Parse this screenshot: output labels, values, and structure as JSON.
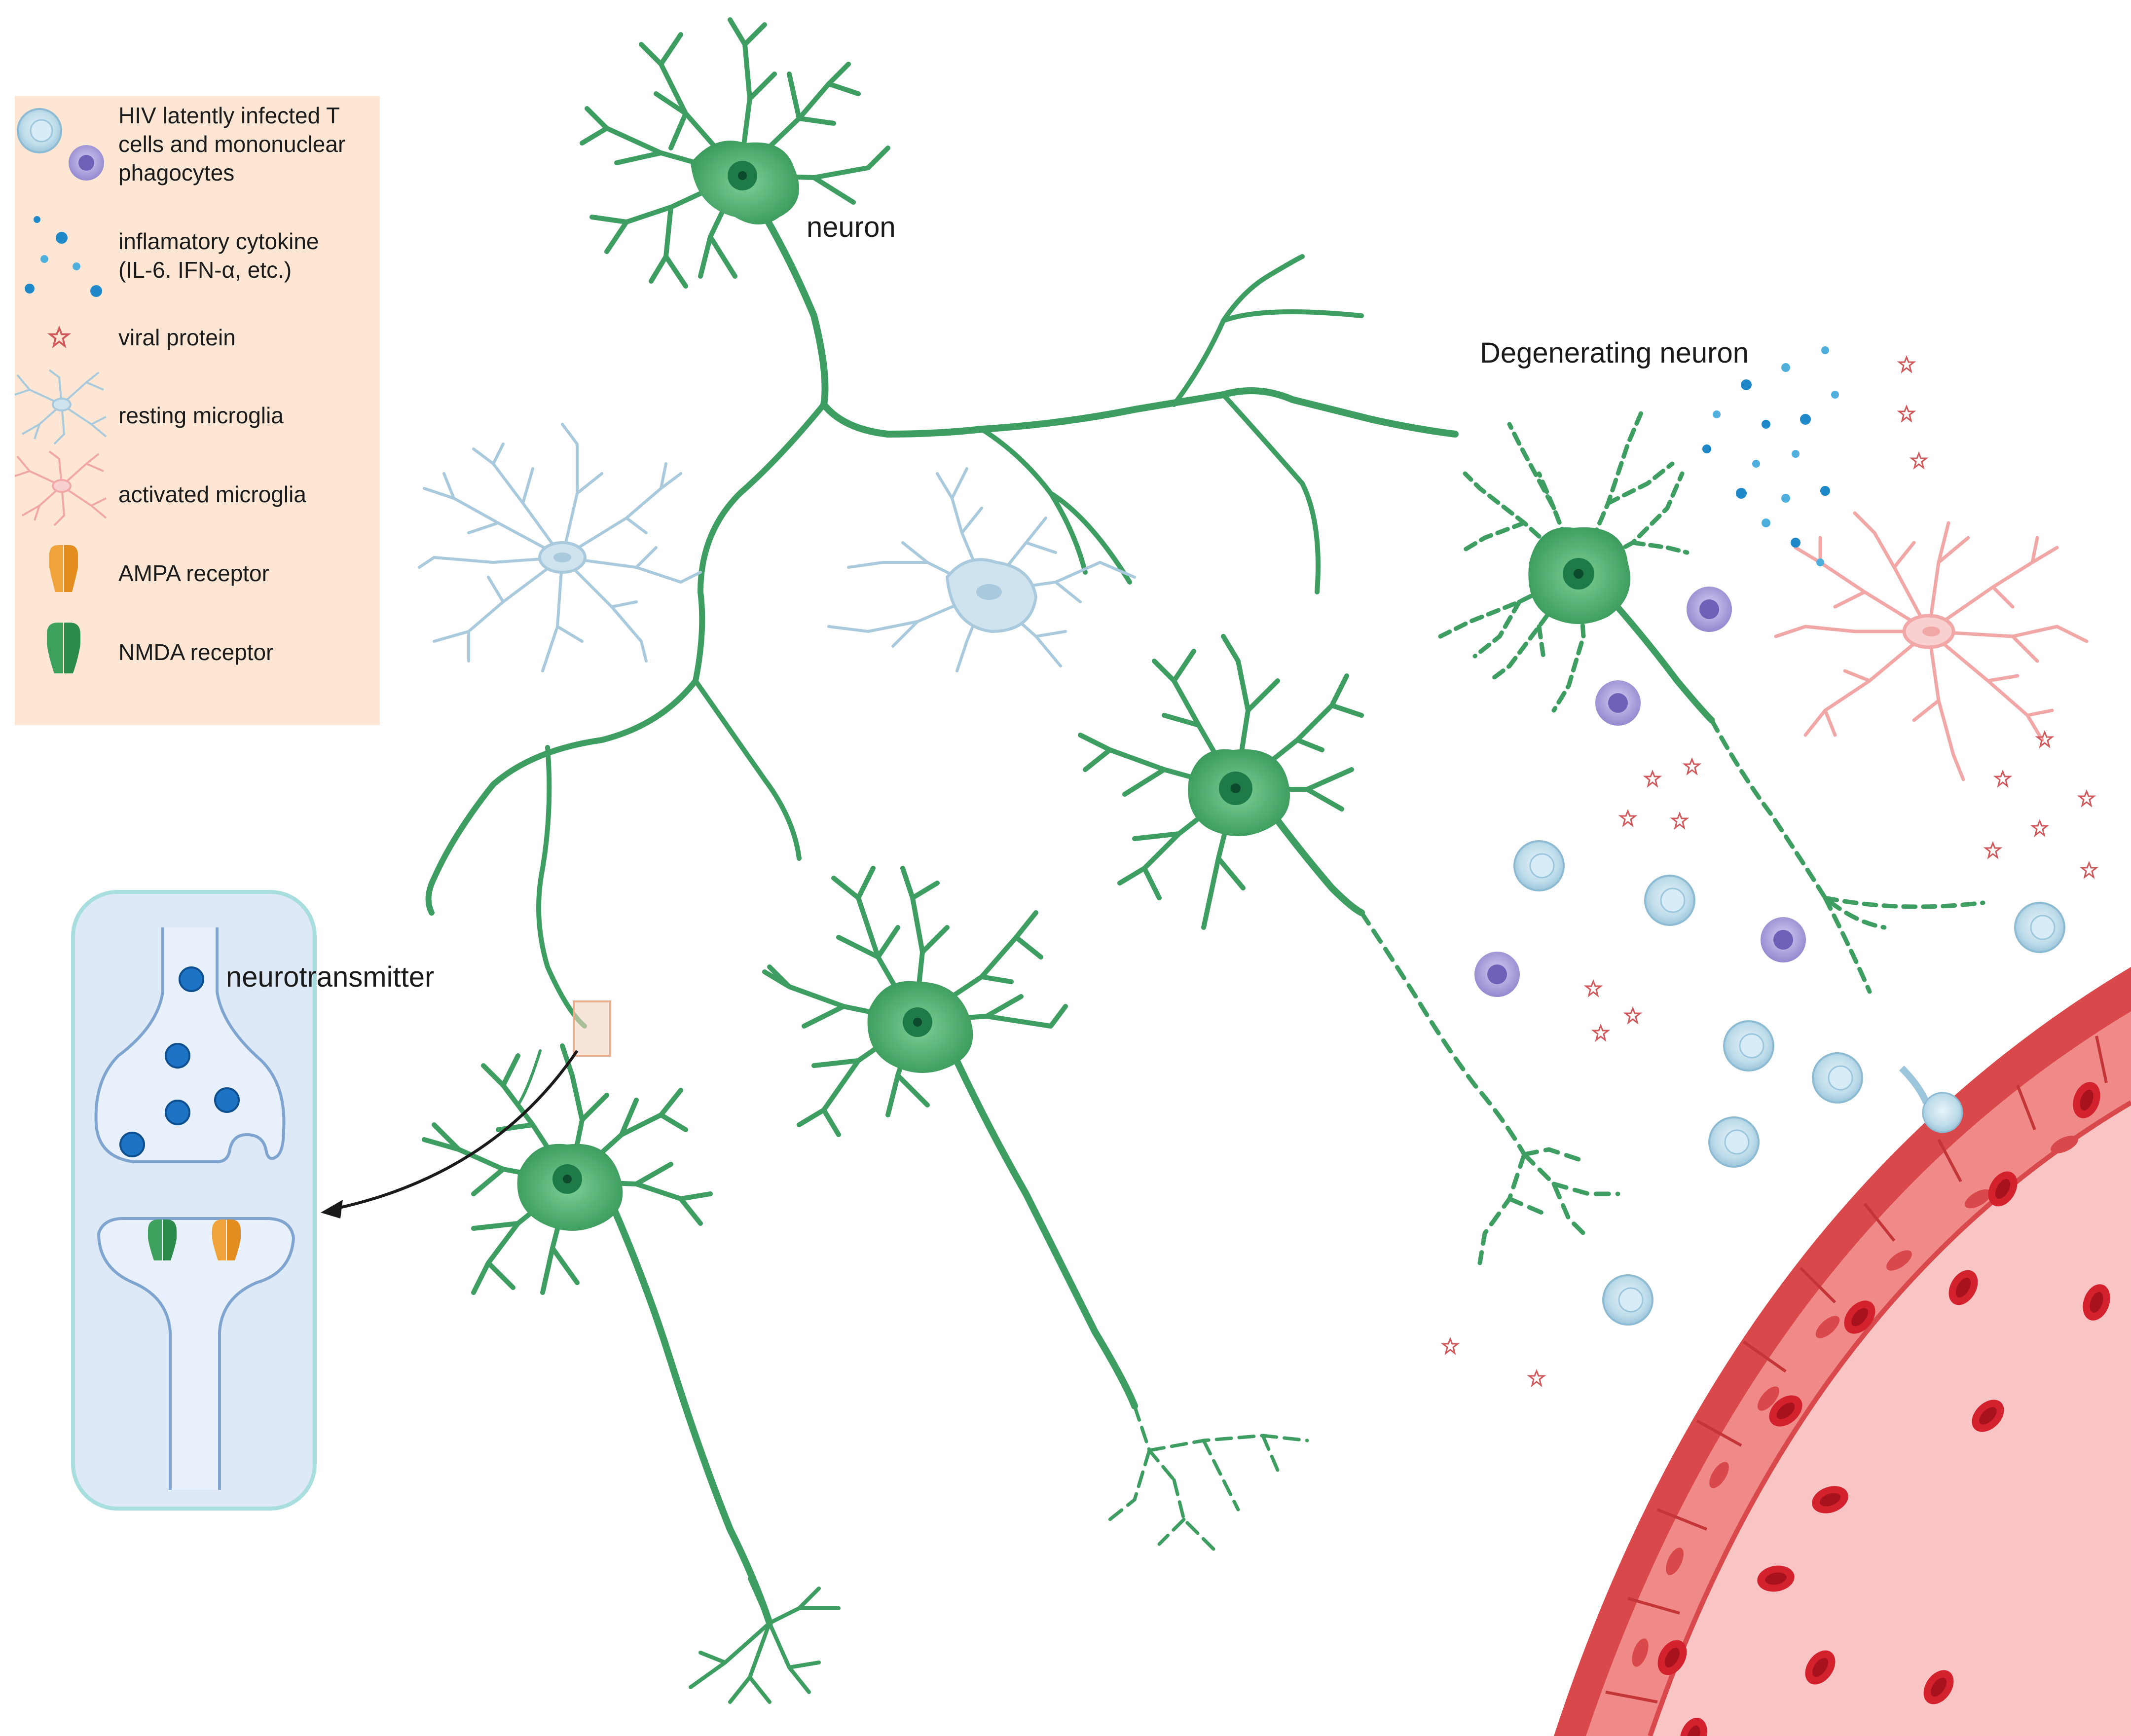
{
  "legend": {
    "items": [
      {
        "icon": "t-cell-and-phagocyte-icon",
        "lines": [
          "HIV latently infected T",
          "cells and mononuclear",
          "phagocytes"
        ]
      },
      {
        "icon": "cytokine-dots-icon",
        "lines": [
          "inflamatory cytokine",
          "(IL-6. IFN-α, etc.)"
        ]
      },
      {
        "icon": "viral-protein-icon",
        "lines": [
          "viral protein"
        ]
      },
      {
        "icon": "resting-microglia-icon",
        "lines": [
          "resting microglia"
        ]
      },
      {
        "icon": "activated-microglia-icon",
        "lines": [
          "activated microglia"
        ]
      },
      {
        "icon": "ampa-receptor-icon",
        "lines": [
          "AMPA receptor"
        ]
      },
      {
        "icon": "nmda-receptor-icon",
        "lines": [
          "NMDA receptor"
        ]
      }
    ]
  },
  "labels": {
    "neuron": "neuron",
    "degenerating_neuron": "Degenerating neuron",
    "neurotransmitter": "neurotransmitter"
  },
  "colors": {
    "legend_bg": "#fde6d3",
    "neuron": "#3e9e62",
    "neuron_light": "#6cc08a",
    "nucleus": "#1e7a47",
    "resting_microglia": "#a9c9dc",
    "activated_microglia": "#f2a7a7",
    "t_cell": "#cfe6f1",
    "phagocyte": "#a99ed8",
    "cytokine": "#1e88c8",
    "viral_protein": "#d0585a",
    "vessel_wall": "#d9484b",
    "vessel_lumen": "#f8c4c4",
    "red_cell": "#d3222e",
    "synapse_box": "#dde9f6",
    "ampa": "#f0a33a",
    "nmda": "#3da05d"
  }
}
